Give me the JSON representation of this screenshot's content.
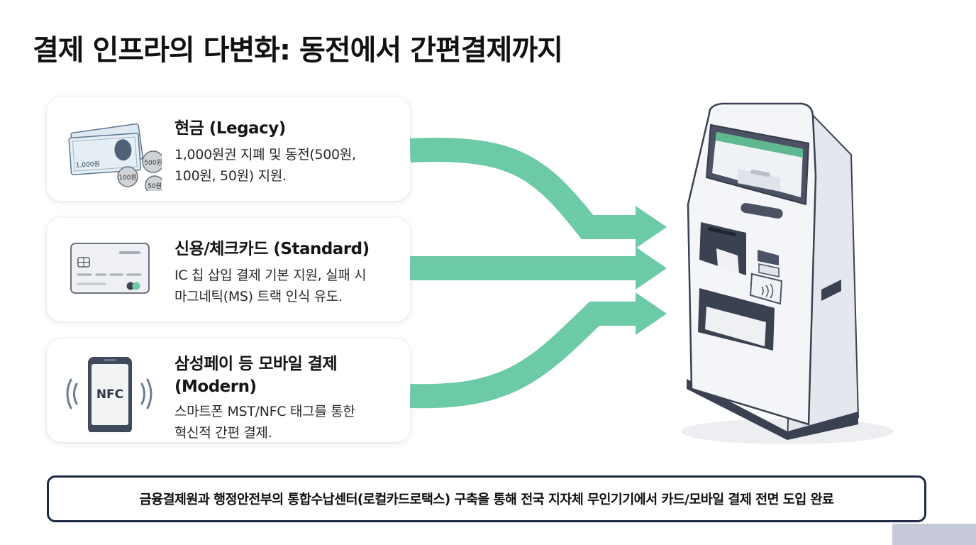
{
  "title": "결제 인프라의 다변화: 동전에서 간편결제까지",
  "cards": [
    {
      "title": "현금 (Legacy)",
      "desc_lines": [
        "1,000원권 지폐 및 동전(500원,",
        "100원, 50원) 지원."
      ],
      "icon": "cash-coins-icon",
      "art_labels": [
        "1,000원",
        "500원",
        "100원",
        "50원"
      ]
    },
    {
      "title": "신용/체크카드 (Standard)",
      "desc_lines": [
        "IC 칩 삽입 결제 기본 지원, 실패 시",
        "마그네틱(MS) 트랙 인식 유도."
      ],
      "icon": "credit-card-icon"
    },
    {
      "title_lines": [
        "삼성페이 등 모바일 결제",
        "(Modern)"
      ],
      "desc_lines": [
        "스마트폰 MST/NFC 태그를 통한",
        "혁신적 간편 결제."
      ],
      "icon": "nfc-phone-icon",
      "art_label": "NFC"
    }
  ],
  "summary": "금융결제원과 행정안전부의 통합수납센터(로컬카드로택스) 구축을 통해 전국 지자체 무인기기에서 카드/모바일 결제 전면 도입 완료",
  "colors": {
    "arrow": "#6ccaa6",
    "kiosk_accent": "#5fb890",
    "summary_border": "#1f2a44",
    "kiosk_dark": "#3a4150"
  }
}
